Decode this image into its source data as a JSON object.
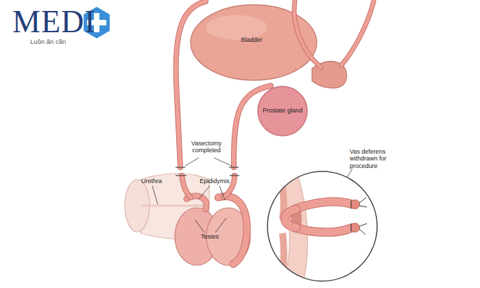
{
  "diagram": {
    "labels": [
      "MEDI",
      "Luôn ân cần",
      "Bladder",
      "Vasectomy completed",
      "Prostate gland",
      "Vas deferens withdrawn for procedure",
      "Urethra",
      "Epididymis",
      "Testes"
    ]
  }
}
